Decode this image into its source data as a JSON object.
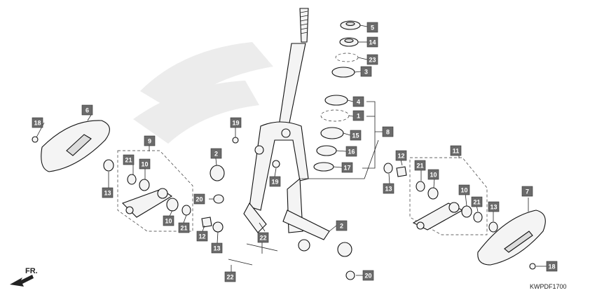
{
  "diagram": {
    "reference_code": "KWPDF1700",
    "direction_label": "FR.",
    "callouts": [
      {
        "id": "c1",
        "label": "5"
      },
      {
        "id": "c2",
        "label": "14"
      },
      {
        "id": "c3",
        "label": "23"
      },
      {
        "id": "c4",
        "label": "3"
      },
      {
        "id": "c5",
        "label": "4"
      },
      {
        "id": "c6",
        "label": "1"
      },
      {
        "id": "c7",
        "label": "8"
      },
      {
        "id": "c8",
        "label": "15"
      },
      {
        "id": "c9",
        "label": "16"
      },
      {
        "id": "c10",
        "label": "17"
      },
      {
        "id": "c11",
        "label": "6"
      },
      {
        "id": "c12",
        "label": "18"
      },
      {
        "id": "c13",
        "label": "9"
      },
      {
        "id": "c14",
        "label": "21"
      },
      {
        "id": "c15",
        "label": "10"
      },
      {
        "id": "c16",
        "label": "13"
      },
      {
        "id": "c17",
        "label": "10"
      },
      {
        "id": "c18",
        "label": "21"
      },
      {
        "id": "c19",
        "label": "19"
      },
      {
        "id": "c20",
        "label": "2"
      },
      {
        "id": "c21",
        "label": "20"
      },
      {
        "id": "c22",
        "label": "12"
      },
      {
        "id": "c23",
        "label": "13"
      },
      {
        "id": "c24",
        "label": "19"
      },
      {
        "id": "c25",
        "label": "22"
      },
      {
        "id": "c26",
        "label": "22"
      },
      {
        "id": "c27",
        "label": "2"
      },
      {
        "id": "c28",
        "label": "20"
      },
      {
        "id": "c29",
        "label": "12"
      },
      {
        "id": "c30",
        "label": "11"
      },
      {
        "id": "c31",
        "label": "21"
      },
      {
        "id": "c32",
        "label": "10"
      },
      {
        "id": "c33",
        "label": "13"
      },
      {
        "id": "c34",
        "label": "10"
      },
      {
        "id": "c35",
        "label": "21"
      },
      {
        "id": "c36",
        "label": "13"
      },
      {
        "id": "c37",
        "label": "7"
      },
      {
        "id": "c38",
        "label": "18"
      }
    ]
  }
}
